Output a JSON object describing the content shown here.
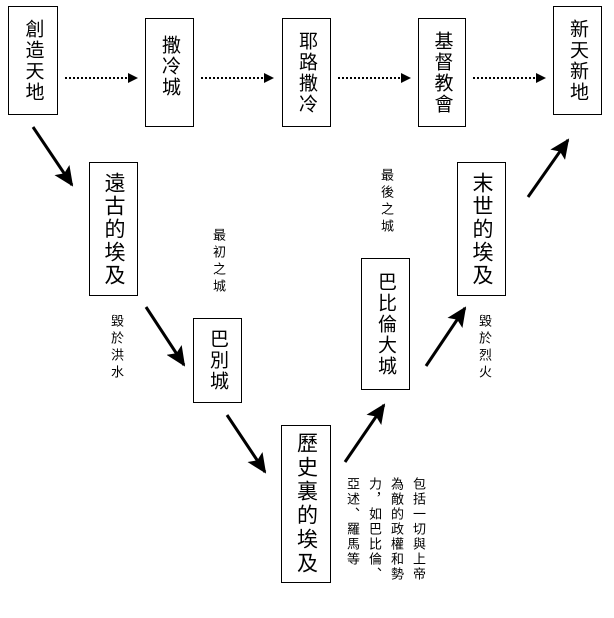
{
  "nodes": {
    "creation": "創造天地",
    "salem": "撒冷城",
    "jerusalem": "耶路撒冷",
    "church": "基督教會",
    "new_heaven_earth": "新天新地",
    "ancient_egypt": "遠古的埃及",
    "babel": "巴別城",
    "historical_egypt": "歷史裏的埃及",
    "babylon_great": "巴比倫大城",
    "endtime_egypt": "末世的埃及"
  },
  "labels": {
    "flood": "毀於洪水",
    "first_city": "最初之城",
    "last_city": "最後之城",
    "fire": "毀於烈火"
  },
  "note": {
    "lines": [
      "包括一切與上帝",
      "為敵的政權和勢",
      "力，如巴比倫、",
      "亞述、羅馬等"
    ]
  },
  "edges": [
    {
      "from": "creation",
      "to": "salem",
      "style": "dotted"
    },
    {
      "from": "salem",
      "to": "jerusalem",
      "style": "dotted"
    },
    {
      "from": "jerusalem",
      "to": "church",
      "style": "dotted"
    },
    {
      "from": "church",
      "to": "new_heaven_earth",
      "style": "dotted"
    },
    {
      "from": "creation",
      "to": "ancient_egypt",
      "style": "solid"
    },
    {
      "from": "ancient_egypt",
      "to": "babel",
      "style": "solid"
    },
    {
      "from": "babel",
      "to": "historical_egypt",
      "style": "solid"
    },
    {
      "from": "historical_egypt",
      "to": "babylon_great",
      "style": "solid"
    },
    {
      "from": "babylon_great",
      "to": "endtime_egypt",
      "style": "solid"
    },
    {
      "from": "endtime_egypt",
      "to": "new_heaven_earth",
      "style": "solid"
    }
  ]
}
